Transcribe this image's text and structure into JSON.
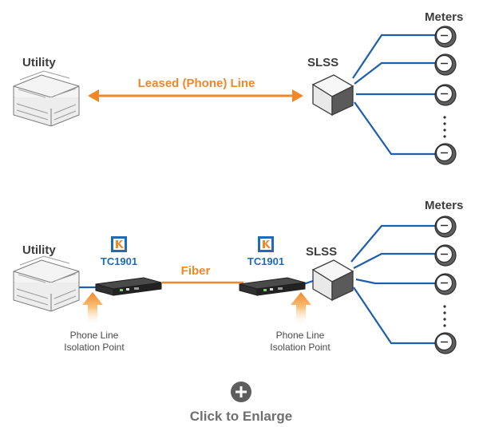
{
  "colors": {
    "blue_line": "#1d5fab",
    "orange": "#f0882a",
    "orange_light": "#f7b15a",
    "gray_text": "#3d3d3d",
    "brand_blue": "#1f6bb5"
  },
  "top": {
    "utility_label": "Utility",
    "link_label": "Leased (Phone) Line",
    "slss_label": "SLSS",
    "meters_label": "Meters"
  },
  "bottom": {
    "utility_label": "Utility",
    "device_left_label": "TC1901",
    "device_right_label": "TC1901",
    "fiber_label": "Fiber",
    "slss_label": "SLSS",
    "meters_label": "Meters",
    "isolation_left": [
      "Phone Line",
      "Isolation Point"
    ],
    "isolation_right": [
      "Phone Line",
      "Isolation Point"
    ]
  },
  "enlarge": {
    "icon": "plus-circle-icon",
    "label": "Click to Enlarge"
  }
}
